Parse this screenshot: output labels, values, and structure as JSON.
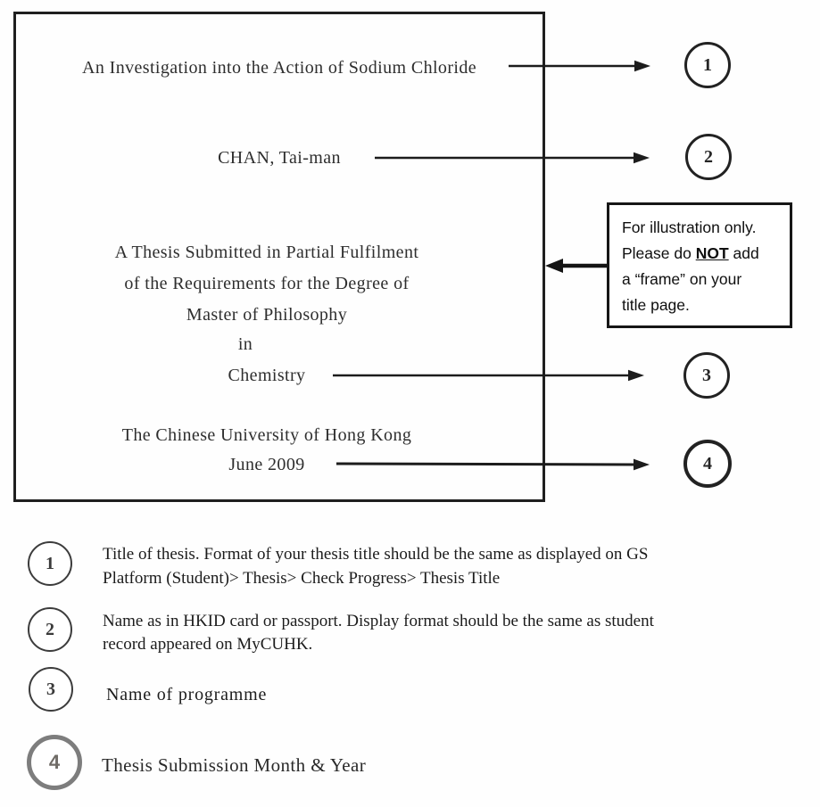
{
  "colors": {
    "ink": "#1c1c1c",
    "frame_border": "#1f1f1f",
    "gray_circle": "#7d7d7d",
    "gray_number": "#6f6b66"
  },
  "title_page": {
    "thesis_title": "An Investigation into the Action of Sodium Chloride",
    "author_name": "CHAN, Tai-man",
    "statement_line1": "A Thesis Submitted in Partial Fulfilment",
    "statement_line2": "of the Requirements for the Degree of",
    "statement_line3": "Master of Philosophy",
    "statement_line4": "in",
    "programme": "Chemistry",
    "university": "The Chinese University of Hong Kong",
    "submission_date": "June 2009"
  },
  "note_box": {
    "line1": "For illustration only.",
    "line2_pre": "Please do ",
    "line2_bold": "NOT",
    "line2_post": " add",
    "line3": "a “frame” on your",
    "line4": "title page."
  },
  "callouts": {
    "c1": "1",
    "c2": "2",
    "c3": "3",
    "c4": "4"
  },
  "legend": {
    "item1": {
      "number": "1",
      "line1": "Title of thesis. Format of your thesis title should be the same as displayed on GS",
      "line2": "Platform (Student)> Thesis> Check Progress> Thesis Title"
    },
    "item2": {
      "number": "2",
      "line1": "Name as in HKID card or passport. Display format should be the same as student",
      "line2": "record appeared on MyCUHK."
    },
    "item3": {
      "number": "3",
      "line1": "Name of programme"
    },
    "item4": {
      "number": "4",
      "line1": "Thesis Submission Month & Year"
    }
  }
}
